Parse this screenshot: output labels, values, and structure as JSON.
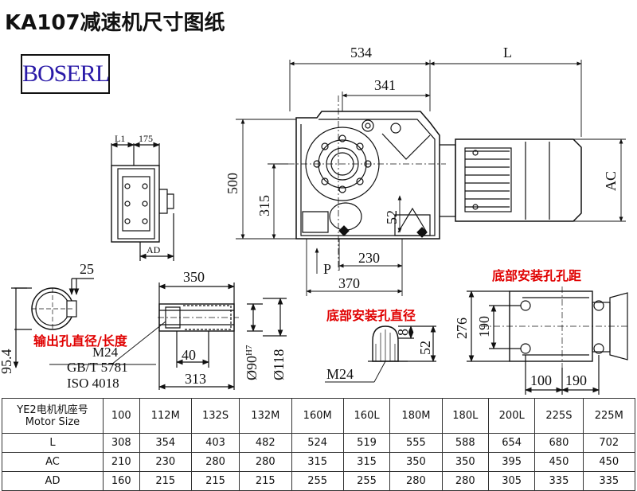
{
  "title": "KA107减速机尺寸图纸",
  "brand": "BOSERL",
  "labels": {
    "output_hole": "输出孔直径/长度",
    "mount_hole_dia": "底部安装孔直径",
    "mount_hole_pitch": "底部安装孔孔距"
  },
  "standards": [
    "M24",
    "GB/T 5781",
    "ISO 4018"
  ],
  "dims": {
    "d534": "534",
    "dL": "L",
    "d341": "341",
    "d500": "500",
    "d315": "315",
    "d52": "52",
    "dAC": "AC",
    "dP": "P",
    "d230": "230",
    "d370": "370",
    "dL1": "L1",
    "d175": "175",
    "dAD": "AD",
    "d25": "25",
    "d95": "95.4",
    "d350": "350",
    "d40": "40",
    "d313": "313",
    "d90": "Ø90",
    "d90sup": "H7",
    "d118": "Ø118",
    "d8": "8",
    "d52b": "52",
    "dM24b": "M24",
    "d276": "276",
    "d190v": "190",
    "d100": "100",
    "d190h": "190"
  },
  "table": {
    "header_line1": "YE2电机机座号",
    "header_line2": "Motor Size",
    "sizes": [
      "100",
      "112M",
      "132S",
      "132M",
      "160M",
      "160L",
      "180M",
      "180L",
      "200L",
      "225S",
      "225M"
    ],
    "rows": [
      {
        "label": "L",
        "values": [
          "308",
          "354",
          "403",
          "482",
          "524",
          "519",
          "555",
          "588",
          "654",
          "680",
          "702"
        ]
      },
      {
        "label": "AC",
        "values": [
          "210",
          "230",
          "280",
          "280",
          "315",
          "315",
          "350",
          "350",
          "395",
          "450",
          "450"
        ]
      },
      {
        "label": "AD",
        "values": [
          "160",
          "215",
          "215",
          "215",
          "255",
          "255",
          "280",
          "280",
          "305",
          "335",
          "335"
        ]
      }
    ]
  }
}
